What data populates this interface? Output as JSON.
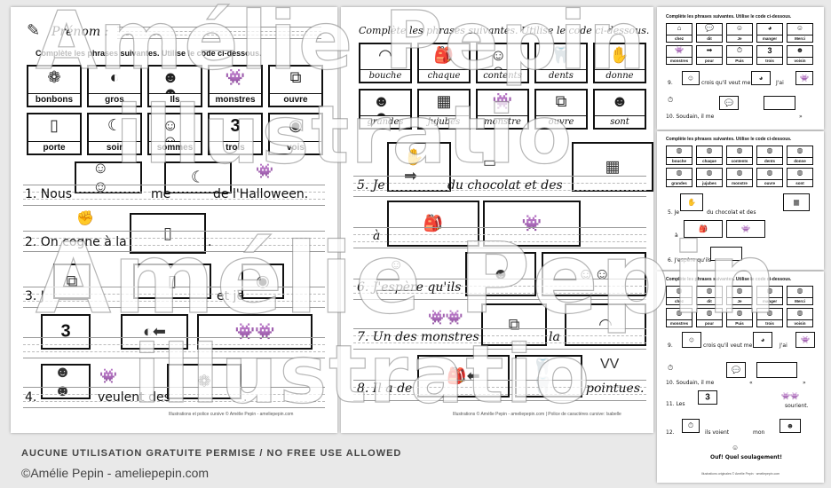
{
  "page1": {
    "name_label": "Prénom :",
    "instruction": "Complète les phrases suivantes. Utilise le code ci-dessous.",
    "code": [
      {
        "word": "bonbons",
        "icon": "candy-icon"
      },
      {
        "word": "gros",
        "icon": "ball-icon"
      },
      {
        "word": "Ils",
        "icon": "children-icon"
      },
      {
        "word": "monstres",
        "icon": "monsters-icon"
      },
      {
        "word": "ouvre",
        "icon": "open-box-icon"
      },
      {
        "word": "porte",
        "icon": "door-icon"
      },
      {
        "word": "soir",
        "icon": "night-icon"
      },
      {
        "word": "sommes",
        "icon": "couple-icon"
      },
      {
        "word": "trois",
        "icon": "three-icon",
        "number": "3"
      },
      {
        "word": "vois",
        "icon": "eye-icon"
      }
    ],
    "sentences": {
      "s1_start": "1. Nous",
      "s1_mid": "me",
      "s1_end": "de l'Halloween.",
      "s2_start": "2. On cogne à la",
      "s2_end": ".",
      "s3_start": "3. J",
      "s3_mid": "et je",
      "s4_start": "4.",
      "s4_mid": "veulent des",
      "s4_end": "."
    },
    "box_number": "3",
    "footer": "Illustrations et police cursive © Amélie Pepin - ameliepepin.com"
  },
  "page2": {
    "instruction": "Complète les phrases suivantes. Utilise le code ci-dessous.",
    "code": [
      {
        "word": "bouche",
        "icon": "mouth-icon"
      },
      {
        "word": "chaque",
        "icon": "candy-bag-icon"
      },
      {
        "word": "contents",
        "icon": "happy-faces-icon"
      },
      {
        "word": "dents",
        "icon": "teeth-icon"
      },
      {
        "word": "donne",
        "icon": "give-icon"
      },
      {
        "word": "grandes",
        "icon": "tall-people-icon"
      },
      {
        "word": "jujubes",
        "icon": "jujubes-icon"
      },
      {
        "word": "monstre",
        "icon": "monster-icon"
      },
      {
        "word": "ouvre",
        "icon": "open-box-icon"
      },
      {
        "word": "sont",
        "icon": "person-icon"
      }
    ],
    "sentences": {
      "s5_start": "5. Je",
      "s5_mid": "du chocolat et des",
      "s5_line2": "à",
      "s6_start": "6. J'espère qu'ils",
      "s7_start": "7. Un des monstres",
      "s7_mid": "la",
      "s8_start": "8. Il a de",
      "s8_end": "pointues."
    },
    "footer": "Illustrations © Amélie Pepin - ameliepepin.com  |  Police de caractères cursive: Isabelle"
  },
  "page3": {
    "instruction": "Complète les phrases suivantes. Utilise le code ci-dessous.",
    "code": [
      {
        "word": "chez",
        "icon": "house-icon"
      },
      {
        "word": "dit",
        "icon": "speech-icon"
      },
      {
        "word": "Je",
        "icon": "girl-icon"
      },
      {
        "word": "manger",
        "icon": "eat-icon"
      },
      {
        "word": "Merci",
        "icon": "thanks-icon"
      },
      {
        "word": "monstres",
        "icon": "monsters-icon"
      },
      {
        "word": "pour",
        "icon": "arrow-icon"
      },
      {
        "word": "Puis",
        "icon": "clock-icon"
      },
      {
        "word": "trois",
        "icon": "three-icon",
        "number": "3"
      },
      {
        "word": "voisin",
        "icon": "neighbor-icon"
      }
    ],
    "s9": "9.",
    "s9_text": "crois qu'il veut me",
    "s9_end": "J'ai",
    "s10": "10. Soudain, il me",
    "s10_end": "»"
  },
  "page4": {
    "instruction": "Complète les phrases suivantes. Utilise le code ci-dessous.",
    "code": [
      "bouche",
      "chaque",
      "contents",
      "dents",
      "donne",
      "grandes",
      "jujubes",
      "monstre",
      "ouvre",
      "sont"
    ],
    "s5": "5. Je",
    "s5_mid": "du chocolat et des",
    "s5_line2": "à",
    "s6": "6. J'espère qu'ils"
  },
  "page5": {
    "instruction": "Complète les phrases suivantes. Utilise le code ci-dessous.",
    "code": [
      "chez",
      "dit",
      "Je",
      "manger",
      "Merci",
      "monstres",
      "pour",
      "Puis",
      "trois",
      "voisin"
    ],
    "number": "3",
    "s9": "9.",
    "s9_text": "crois qu'il veut me",
    "s9_end": "J'ai",
    "s10": "10. Soudain, il me",
    "s10_mid": "«",
    "s10_end": "»",
    "s11": "11. Les",
    "s11_end": "sourient.",
    "s12": "12.",
    "s12_mid": "ils voient",
    "s12_end": "mon",
    "final": "Ouf! Quel soulagement!",
    "footer": "Illustrations originales © Amélie Pepin · ameliepepin.com"
  },
  "watermark": {
    "line1": "Amélie Pepin",
    "line2": "illustratio",
    "line3": "Amélie Pepin",
    "line4": "illustratio"
  },
  "notice": "AUCUNE UTILISATION GRATUITE PERMISE / NO FREE USE ALLOWED",
  "copyright": "©Amélie Pepin - ameliepepin.com"
}
